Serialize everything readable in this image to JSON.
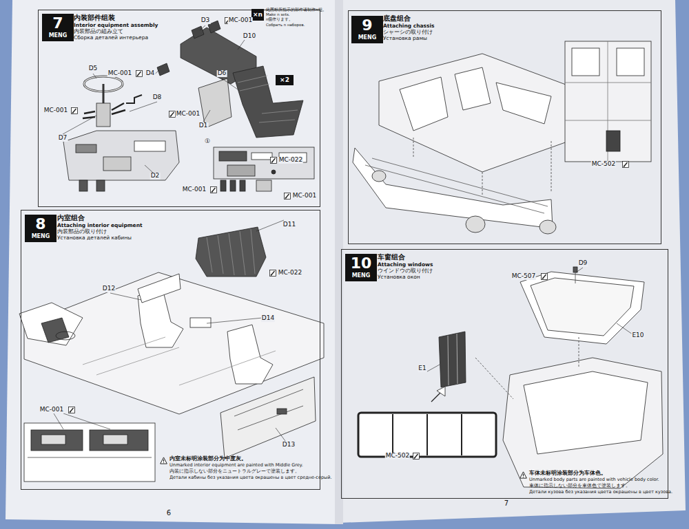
{
  "diagram": {
    "nodes": [
      {
        "text": [
          "内装部件组装",
          "Interior equipment assembly",
          "内装部品の組み立て",
          "Сборка деталей интерьера"
        ]
      },
      {
        "text": [
          "7",
          "MENG"
        ],
        "in": 0
      },
      {
        "text": [
          "×n",
          "此图标所指示的部件请制作n组。",
          "Make n sets.",
          "n個作ります。",
          "Собрать n наборов."
        ],
        "in": 0
      },
      {
        "text": [
          "×2"
        ],
        "in": 0
      },
      {
        "text": [
          "内室组合",
          "Attaching interior equipment",
          "内装部品の取り付け",
          "Установка деталей кабины"
        ]
      },
      {
        "text": [
          "8",
          "MENG"
        ],
        "in": 4
      },
      {
        "text": [
          "底盘组合",
          "Attaching chassis",
          "シャーシの取り付け",
          "Установка рамы"
        ]
      },
      {
        "text": [
          "9",
          "MENG"
        ],
        "in": 6
      },
      {
        "text": [
          "车窗组合",
          "Attaching windows",
          "ウインドウの取り付け",
          "Установка окон"
        ]
      },
      {
        "text": [
          "10",
          "MENG"
        ],
        "in": 8
      }
    ],
    "labels": [
      "D3",
      "MC-001",
      "D10",
      "MC-001",
      "D4",
      "D5",
      "D8",
      "MC-001",
      "MC-001",
      "D7",
      "D2",
      "D6",
      "D1",
      "MC-022",
      "①",
      "MC-001",
      "MC-001",
      "D11",
      "MC-022",
      "D12",
      "D14",
      "MC-001",
      "D13",
      "内室未标明涂装部分为中度灰。",
      "Unmarked interior equipment are painted with Middle Grey.",
      "内装に指示しない部分をニュートラルグレーで塗装します。",
      "Детали кабины без указания цвета окрашены в цвет средне-серый.",
      "6",
      "MC-502",
      "D9",
      "MC-507",
      "E10",
      "E1",
      "MC-502",
      "车体未标明涂装部分为车体色。",
      "Unmarked body parts are painted with vehicle body color.",
      "車体に指示しない部分を車体色で塗装します。",
      "Детали кузова без указания цвета окрашены в цвет кузова.",
      "7"
    ]
  }
}
